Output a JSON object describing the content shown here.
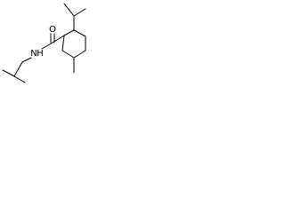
{
  "diagram": {
    "type": "skeletal-formula",
    "atom_labels": {
      "oxygen": "O",
      "nitrogen": "N",
      "hydrogen": "H"
    }
  }
}
